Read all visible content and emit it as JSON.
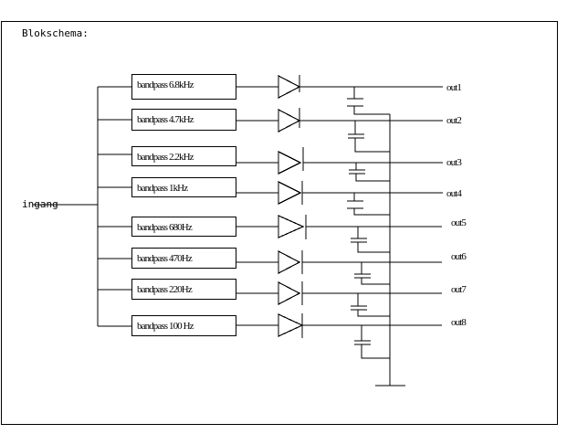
{
  "title": "Blokschema:",
  "input_label": "ingang",
  "colors": {
    "line": "#000000",
    "background": "#ffffff"
  },
  "filters": [
    {
      "label": "bandpass 6.8kHz",
      "output": "out1"
    },
    {
      "label": "bandpass 4.7kHz",
      "output": "out2"
    },
    {
      "label": "bandpass 2.2kHz",
      "output": "out3"
    },
    {
      "label": "bandpass 1kHz",
      "output": "out4"
    },
    {
      "label": "bandpass 680Hz",
      "output": "out5"
    },
    {
      "label": "bandpass 470Hz",
      "output": "out6"
    },
    {
      "label": "bandpass 220Hz",
      "output": "out7"
    },
    {
      "label": "bandpass 100 Hz",
      "output": "out8"
    }
  ],
  "components": {
    "diode": "diode-icon",
    "capacitor": "capacitor-icon",
    "ground": "ground-icon"
  }
}
